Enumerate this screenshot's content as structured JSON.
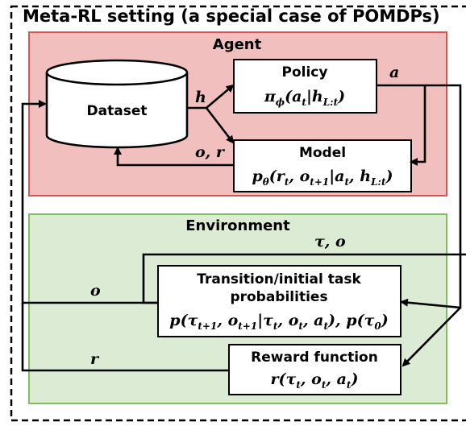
{
  "title": "Meta-RL setting (a special case of POMDPs)",
  "colors": {
    "agent_fill": "#f2bfbf",
    "agent_border": "#d9534f",
    "environment_fill": "#dcebd3",
    "environment_border": "#7fbf5f",
    "line": "#000000"
  },
  "agent": {
    "label": "Agent",
    "dataset": {
      "label": "Dataset"
    },
    "policy": {
      "title": "Policy",
      "formula": {
        "pi": "π",
        "pi_sub": "ϕ",
        "open": "(",
        "a": "a",
        "a_sub": "t",
        "bar": "|",
        "h": "h",
        "h_sub": "L:t",
        "close": ")"
      }
    },
    "model": {
      "title": "Model",
      "formula": {
        "p": "p",
        "p_sub": "θ",
        "open": "(",
        "r": "r",
        "r_sub": "t",
        "comma1": ", ",
        "o": "o",
        "o_sub": "t+1",
        "bar": "|",
        "a": "a",
        "a_sub": "t",
        "comma2": ", ",
        "h": "h",
        "h_sub": "L:t",
        "close": ")"
      }
    },
    "edge_labels": {
      "h": "h",
      "a": "a",
      "o_r": "o, r"
    }
  },
  "environment": {
    "label": "Environment",
    "transition": {
      "title_line1": "Transition/initial task",
      "title_line2": "probabilities",
      "formula": {
        "p1": "p",
        "open1": "(",
        "tau1": "τ",
        "tau1_sub": "t+1",
        "c1": ", ",
        "o1": "o",
        "o1_sub": "t+1",
        "bar": "|",
        "tau2": "τ",
        "tau2_sub": "t",
        "c2": ", ",
        "o2": "o",
        "o2_sub": "t",
        "c3": ", ",
        "a": "a",
        "a_sub": "t",
        "close1": ")",
        "sep": ", ",
        "p2": "p",
        "open2": "(",
        "tau0": "τ",
        "tau0_sub": "0",
        "close2": ")"
      }
    },
    "reward": {
      "title": "Reward function",
      "formula": {
        "r": "r",
        "open": "(",
        "tau": "τ",
        "tau_sub": "t",
        "c1": ", ",
        "o": "o",
        "o_sub": "t",
        "c2": ", ",
        "a": "a",
        "a_sub": "t",
        "close": ")"
      }
    },
    "edge_labels": {
      "tau_o": "τ, o",
      "o": "o",
      "r": "r"
    }
  }
}
